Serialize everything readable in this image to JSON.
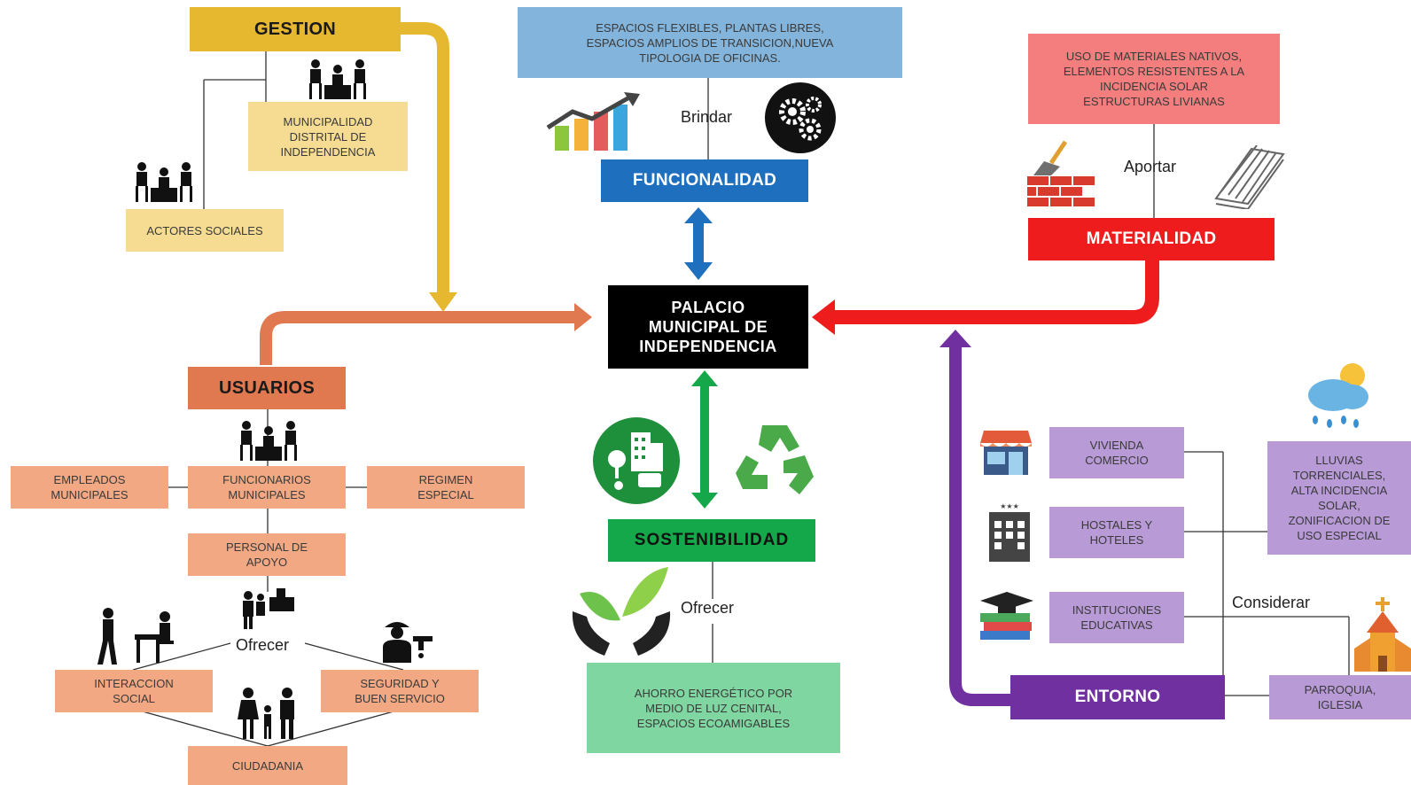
{
  "center": {
    "title": "PALACIO\nMUNICIPAL DE\nINDEPENDENCIA"
  },
  "gestion": {
    "title": "GESTION",
    "items": [
      "MUNICIPALIDAD\nDISTRITAL DE\nINDEPENDENCIA",
      "ACTORES SOCIALES"
    ]
  },
  "funcionalidad": {
    "title": "FUNCIONALIDAD",
    "verb": "Brindar",
    "detail": "ESPACIOS FLEXIBLES, PLANTAS LIBRES,\nESPACIOS AMPLIOS DE TRANSICION,NUEVA\nTIPOLOGIA DE OFICINAS."
  },
  "materialidad": {
    "title": "MATERIALIDAD",
    "verb": "Aportar",
    "detail": "USO DE MATERIALES NATIVOS,\nELEMENTOS RESISTENTES A LA\nINCIDENCIA SOLAR\nESTRUCTURAS LIVIANAS"
  },
  "usuarios": {
    "title": "USUARIOS",
    "main": "FUNCIONARIOS\nMUNICIPALES",
    "left": "EMPLEADOS\nMUNICIPALES",
    "right": "REGIMEN\nESPECIAL",
    "support": "PERSONAL DE\nAPOYO",
    "verb": "Ofrecer",
    "interaction": "INTERACCION\nSOCIAL",
    "security": "SEGURIDAD Y\nBUEN SERVICIO",
    "citizens": "CIUDADANIA"
  },
  "sostenibilidad": {
    "title": "SOSTENIBILIDAD",
    "verb": "Ofrecer",
    "detail": "AHORRO ENERGÉTICO POR\nMEDIO DE LUZ CENITAL,\nESPACIOS ECOAMIGABLES"
  },
  "entorno": {
    "title": "ENTORNO",
    "verb": "Considerar",
    "items": [
      "VIVIENDA\nCOMERCIO",
      "HOSTALES Y\nHOTELES",
      "INSTITUCIONES\nEDUCATIVAS"
    ],
    "climate": "LLUVIAS\nTORRENCIALES,\nALTA INCIDENCIA\nSOLAR,\nZONIFICACION DE\nUSO ESPECIAL",
    "parish": "PARROQUIA,\nIGLESIA"
  },
  "icons": [
    "meeting-icon",
    "growth-chart-icon",
    "gears-icon",
    "brick-wall-icon",
    "roof-sheets-icon",
    "eco-city-icon",
    "recycle-icon",
    "plant-hands-icon",
    "store-icon",
    "hotel-icon",
    "books-icon",
    "rain-sun-icon",
    "church-icon",
    "family-icon",
    "worker-icon",
    "office-icon"
  ],
  "colors": {
    "gestion": "#e6b830",
    "usuarios": "#e07850",
    "funcionalidad": "#1f6fbf",
    "materialidad": "#ee1c1c",
    "sostenibilidad": "#14a84a",
    "entorno": "#7030a0"
  }
}
